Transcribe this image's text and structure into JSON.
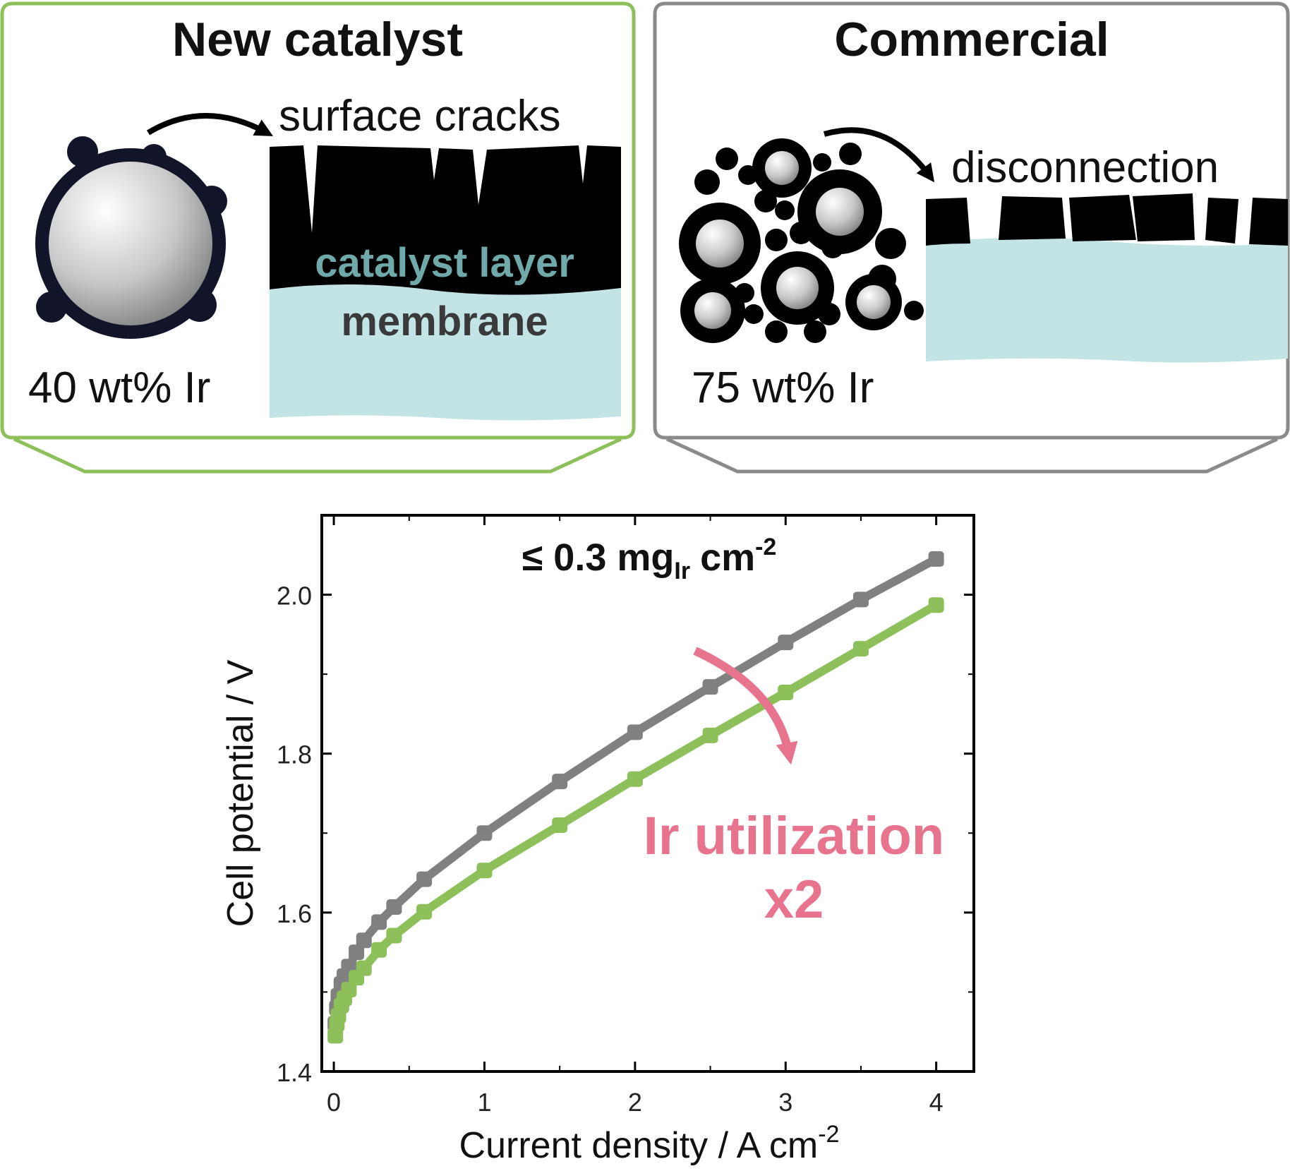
{
  "panels": {
    "new_catalyst": {
      "title": "New catalyst",
      "annotation": "surface cracks",
      "layer_label": "catalyst layer",
      "membrane_label": "membrane",
      "loading": "40 wt% Ir",
      "border_color": "#8dc05a"
    },
    "commercial": {
      "title": "Commercial",
      "annotation": "disconnection",
      "loading": "75 wt% Ir",
      "border_color": "#8a8a8a"
    }
  },
  "colors": {
    "catalyst_layer": "#000000",
    "membrane": "#c3e4e4",
    "catalyst_layer_text": "#6fa9a9",
    "membrane_text": "#3a3a3a",
    "particle_shell": "#12142a",
    "highlight": "#e8738d"
  },
  "chart_data": {
    "type": "line",
    "title": "≤ 0.3 mg",
    "title_sub": "Ir",
    "title_unit": "cm",
    "title_sup": "-2",
    "xlabel": "Current density / A cm",
    "xlabel_sup": "-2",
    "ylabel": "Cell potential / V",
    "xlim": [
      -0.08,
      4.25
    ],
    "ylim": [
      1.4,
      2.1
    ],
    "xticks": [
      0,
      1,
      2,
      3,
      4
    ],
    "yticks": [
      1.4,
      1.6,
      1.8,
      2.0
    ],
    "xtick_labels": [
      "0",
      "1",
      "2",
      "3",
      "4"
    ],
    "ytick_labels": [
      "1.4",
      "1.6",
      "1.8",
      "2.0"
    ],
    "grid": false,
    "series": [
      {
        "color": "#808080",
        "x": [
          0.01,
          0.02,
          0.03,
          0.05,
          0.07,
          0.1,
          0.15,
          0.2,
          0.3,
          0.4,
          0.6,
          1.0,
          1.5,
          2.0,
          2.5,
          3.0,
          3.5,
          4.0
        ],
        "y": [
          1.46,
          1.48,
          1.495,
          1.51,
          1.52,
          1.532,
          1.55,
          1.565,
          1.588,
          1.607,
          1.642,
          1.7,
          1.765,
          1.827,
          1.884,
          1.94,
          1.994,
          2.045
        ]
      },
      {
        "color": "#8dc05a",
        "x": [
          0.01,
          0.02,
          0.03,
          0.05,
          0.07,
          0.1,
          0.15,
          0.2,
          0.3,
          0.4,
          0.6,
          1.0,
          1.5,
          2.0,
          2.5,
          3.0,
          3.5,
          4.0
        ],
        "y": [
          1.445,
          1.46,
          1.47,
          1.483,
          1.492,
          1.503,
          1.518,
          1.53,
          1.553,
          1.571,
          1.601,
          1.653,
          1.71,
          1.768,
          1.823,
          1.877,
          1.932,
          1.987
        ]
      }
    ],
    "annotation": {
      "line1": "Ir utilization",
      "line2": "x2",
      "color": "#e8738d"
    }
  }
}
